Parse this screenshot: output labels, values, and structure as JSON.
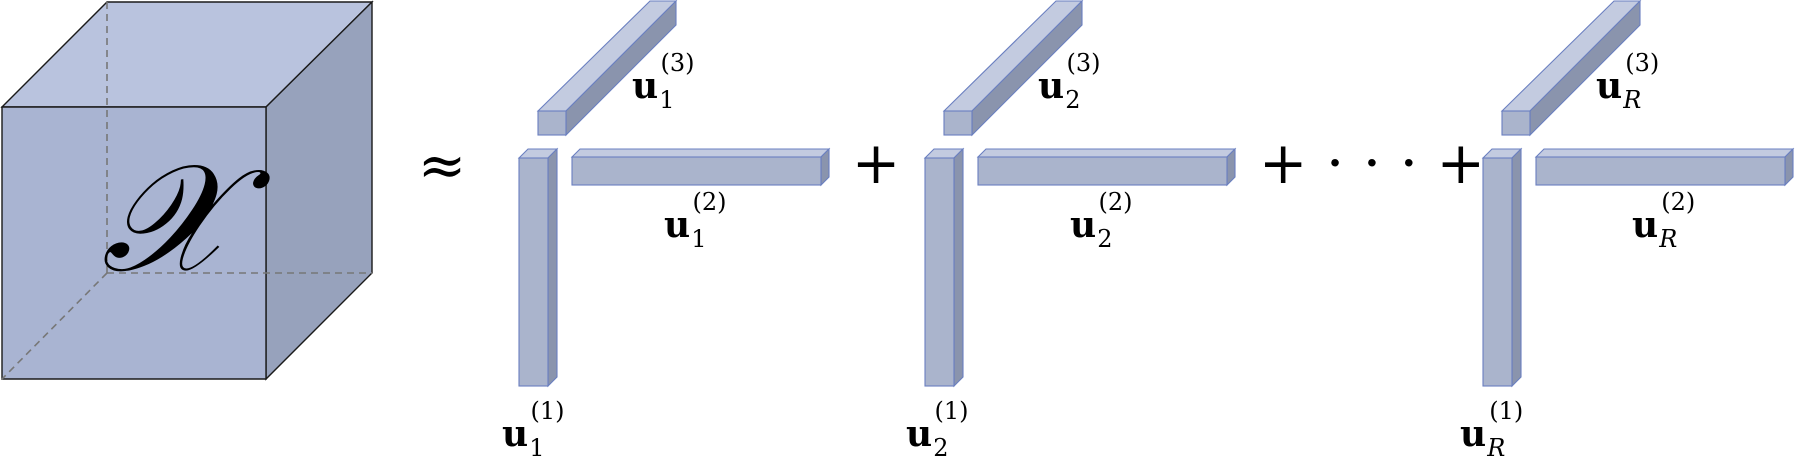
{
  "tensor": {
    "symbol": "𝒳"
  },
  "operators": {
    "approx": "≈",
    "plus": "+",
    "plus_dots_plus": "+ · · · +"
  },
  "terms": [
    {
      "index": "1",
      "mode1": {
        "base": "u",
        "sub": "1",
        "sup": "(1)"
      },
      "mode2": {
        "base": "u",
        "sub": "1",
        "sup": "(2)"
      },
      "mode3": {
        "base": "u",
        "sub": "1",
        "sup": "(3)"
      }
    },
    {
      "index": "2",
      "mode1": {
        "base": "u",
        "sub": "2",
        "sup": "(1)"
      },
      "mode2": {
        "base": "u",
        "sub": "2",
        "sup": "(2)"
      },
      "mode3": {
        "base": "u",
        "sub": "2",
        "sup": "(3)"
      }
    },
    {
      "index": "R",
      "mode1": {
        "base": "u",
        "sub": "R",
        "sup": "(1)"
      },
      "mode2": {
        "base": "u",
        "sub": "R",
        "sup": "(2)"
      },
      "mode3": {
        "base": "u",
        "sub": "R",
        "sup": "(3)"
      }
    }
  ],
  "colors": {
    "cube_front": "#a9b4d2",
    "cube_top": "#b9c3de",
    "cube_side": "#97a2bc",
    "bar_fill": "#aab4cc",
    "bar_edge": "#6a7fc0"
  }
}
